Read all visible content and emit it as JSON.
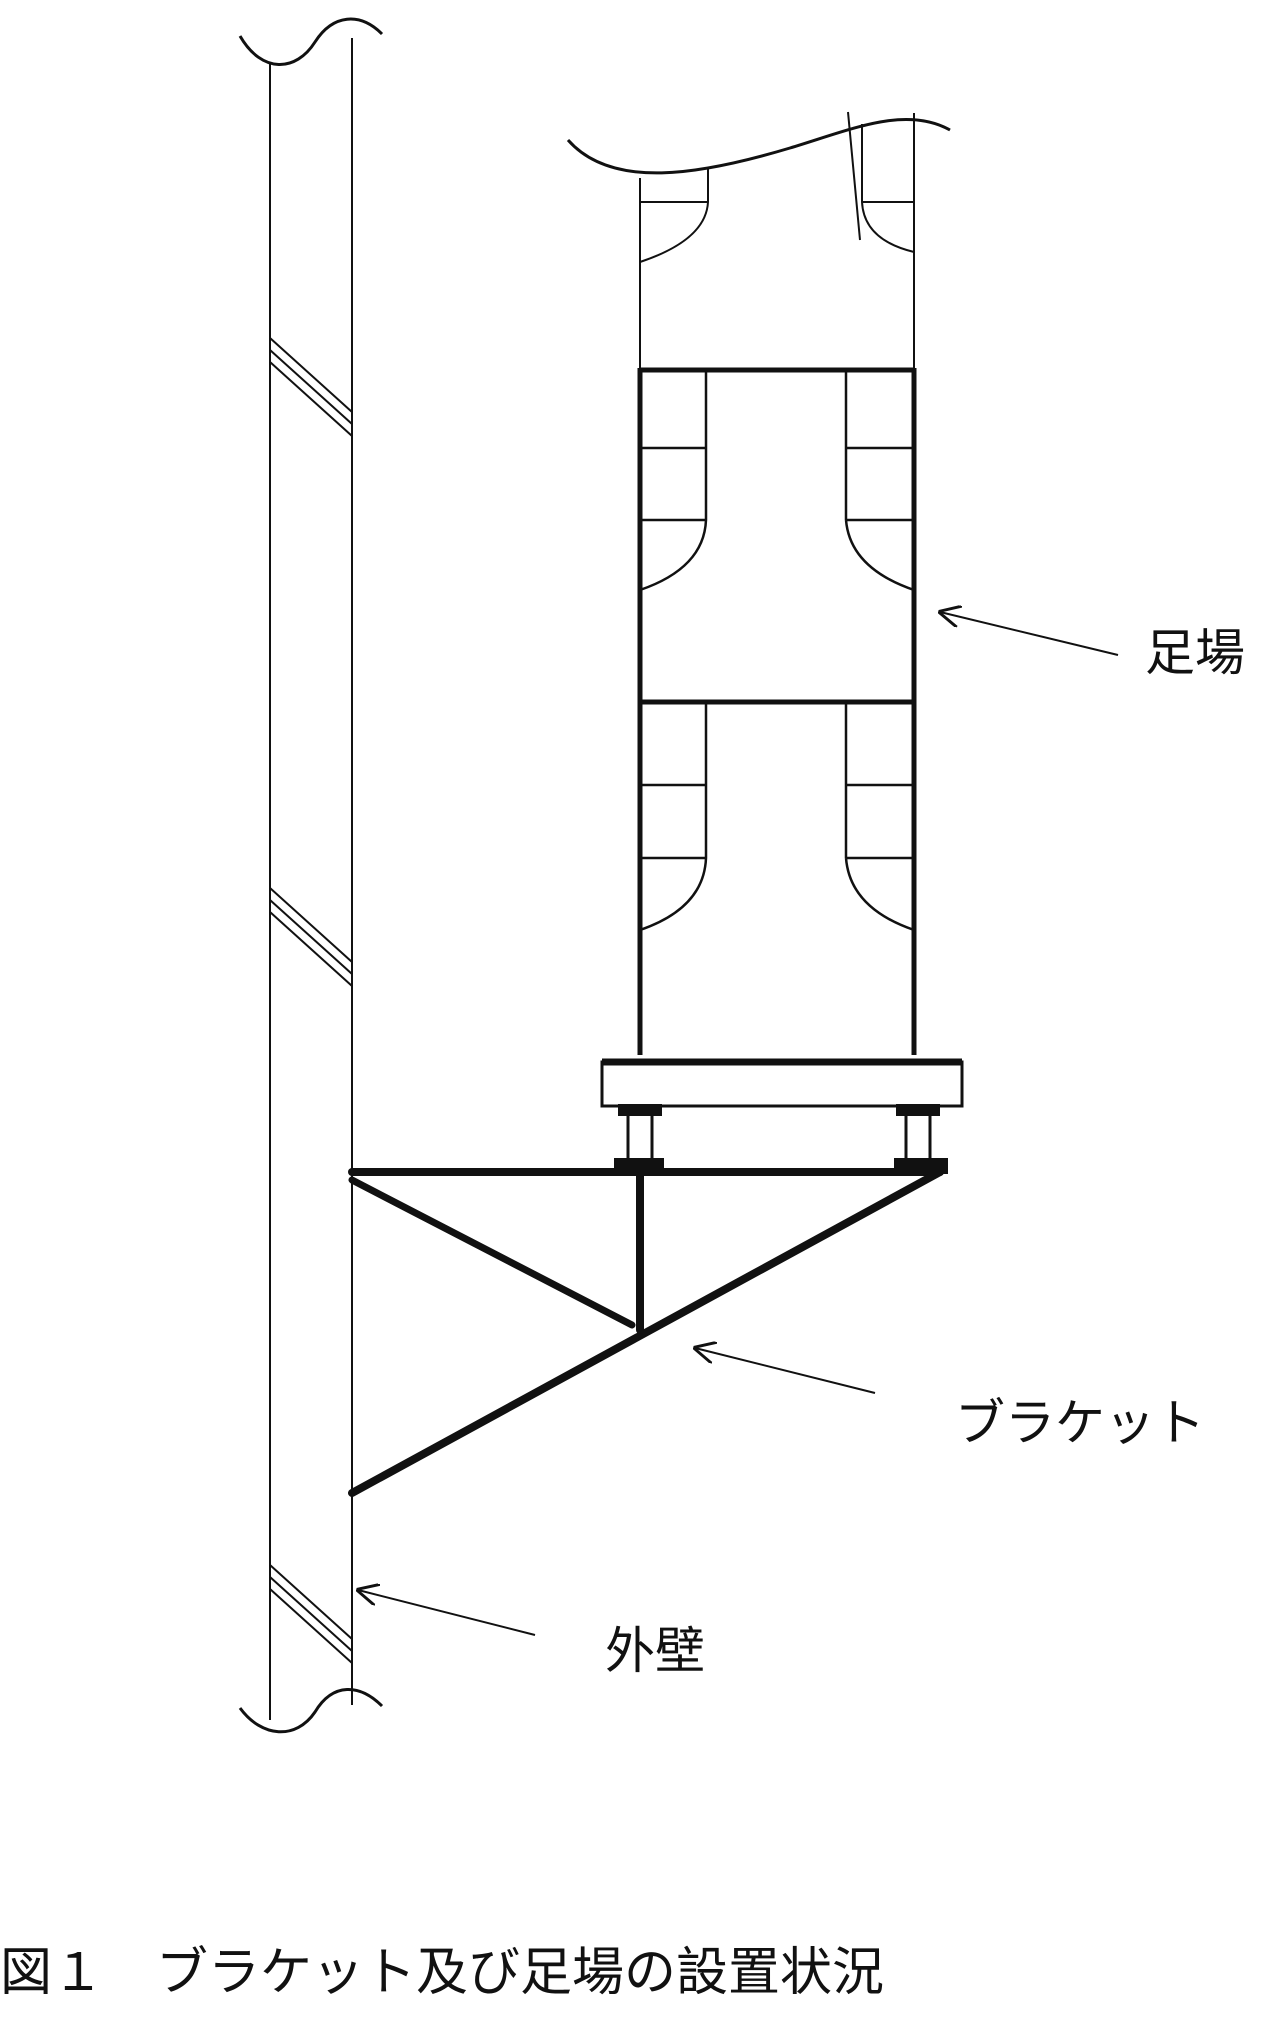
{
  "labels": {
    "scaffold": "足場",
    "bracket": "ブラケット",
    "exterior_wall": "外壁"
  },
  "caption": "図１　ブラケット及び足場の設置状況",
  "colors": {
    "line": "#111111",
    "background": "#ffffff"
  }
}
